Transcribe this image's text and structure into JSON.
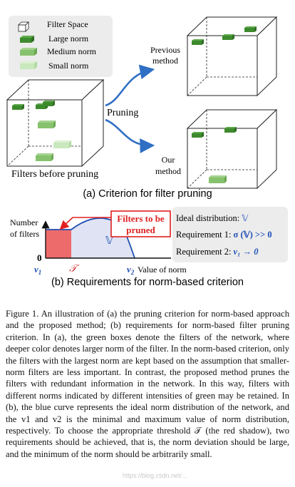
{
  "legend": {
    "filter_space": "Filter Space",
    "large_norm": "Large norm",
    "medium_norm": "Medium norm",
    "small_norm": "Small norm"
  },
  "labels": {
    "previous_method": [
      "Previous",
      "method"
    ],
    "pruning": "Pruning",
    "our_method": [
      "Our",
      "method"
    ],
    "filters_before": "Filters before pruning"
  },
  "subfig_a": "(a) Criterion for filter pruning",
  "subfig_b": "(b) Requirements for norm-based criterion",
  "plot": {
    "ylabel_line1": "Number",
    "ylabel_line2": "of filters",
    "origin": "0",
    "v1": "v",
    "v1_sub": "1",
    "threshold": "𝒯",
    "v2": "v",
    "v2_sub": "2",
    "xlabel": "Value of norm",
    "dist_symbol": "𝕍",
    "annotation_line1": "Filters to be",
    "annotation_line2": "pruned"
  },
  "requirements": {
    "ideal_prefix": "Ideal distribution: ",
    "ideal_symbol": "𝕍",
    "req1_prefix": "Requirement 1: ",
    "req1_formula": "σ (𝕍) >> 0",
    "req2_prefix": "Requirement 2: ",
    "req2_formula": "v₁ → 0"
  },
  "caption": "Figure 1.  An illustration of (a) the pruning criterion for norm-based approach and the proposed method; (b) requirements for norm-based filter pruning criterion. In (a), the green boxes denote the filters of the network, where deeper color denotes larger norm of the filter. In the norm-based criterion, only the filters with the largest norm are kept based on the assumption that smaller-norm filters are less important. In contrast, the proposed method prunes the filters with redundant information in the network. In this way, filters with different norms indicated by different intensities of green may be retained. In (b), the blue curve represents the ideal norm distribution of the network, and the v1 and v2 is the minimal and maximum value of norm distribution, respectively. To choose the appropriate threshold 𝒯 (the red shadow), two requirements should be achieved, that is, the norm deviation should be large, and the minimum of the norm should be arbitrarily small.",
  "watermark": "https://blog.csdn.net/...",
  "colors": {
    "large": "#3e8a2e",
    "medium": "#86c26d",
    "small": "#c9e8bd",
    "curve_blue": "#1f4fb5",
    "dist_fill": "#dfe3f3",
    "prune_red": "#ee6b6b",
    "arrow_blue": "#2f6fc4",
    "panel_gray": "#ececec"
  }
}
